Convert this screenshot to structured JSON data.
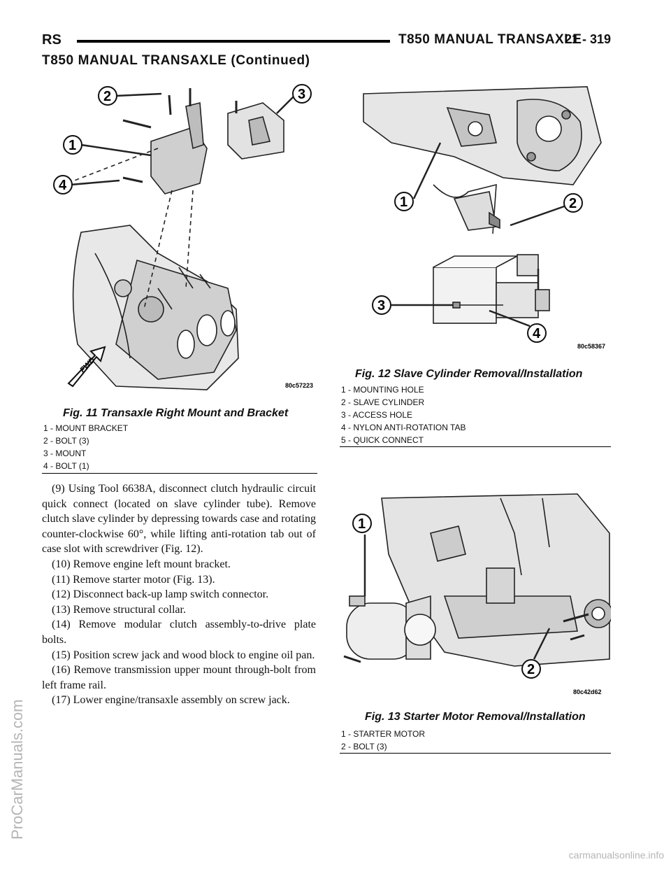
{
  "header": {
    "left": "RS",
    "title": "T850 MANUAL TRANSAXLE",
    "page": "21 - 319"
  },
  "section_title": "T850 MANUAL TRANSAXLE (Continued)",
  "fig11": {
    "caption": "Fig. 11 Transaxle Right Mount and Bracket",
    "code": "80c57223",
    "callouts": [
      "1",
      "2",
      "3",
      "4"
    ],
    "arrow_label": "FWD",
    "legend": [
      "1 - MOUNT BRACKET",
      "2 - BOLT (3)",
      "3 - MOUNT",
      "4 - BOLT (1)"
    ]
  },
  "fig12": {
    "caption": "Fig. 12 Slave Cylinder Removal/Installation",
    "code": "80c58367",
    "callouts": [
      "1",
      "2",
      "3",
      "4"
    ],
    "legend": [
      "1 - MOUNTING HOLE",
      "2 - SLAVE CYLINDER",
      "3 - ACCESS HOLE",
      "4 - NYLON ANTI-ROTATION TAB",
      "5 - QUICK CONNECT"
    ]
  },
  "fig13": {
    "caption": "Fig. 13 Starter Motor Removal/Installation",
    "code": "80c42d62",
    "callouts": [
      "1",
      "2"
    ],
    "legend": [
      "1 - STARTER MOTOR",
      "2 - BOLT (3)"
    ]
  },
  "body": {
    "first_paragraph": "(9) Using Tool 6638A, disconnect clutch hydraulic circuit quick connect (located on slave cylinder tube). Remove clutch slave cylinder by depressing towards case and rotating counter-clockwise 60°, while lifting anti-rotation tab out of case slot with screwdriver (Fig. 12).",
    "steps": [
      "(10) Remove engine left mount bracket.",
      "(11) Remove starter motor (Fig. 13).",
      "(12) Disconnect back-up lamp switch connector.",
      "(13) Remove structural collar.",
      "(14) Remove modular clutch assembly-to-drive plate bolts.",
      "(15) Position screw jack and wood block to engine oil pan.",
      "(16) Remove transmission upper mount through-bolt from left frame rail.",
      "(17) Lower engine/transaxle assembly on screw jack."
    ]
  },
  "watermarks": {
    "side": "ProCarManuals.com",
    "bottom": "carmanualsonline.info"
  }
}
